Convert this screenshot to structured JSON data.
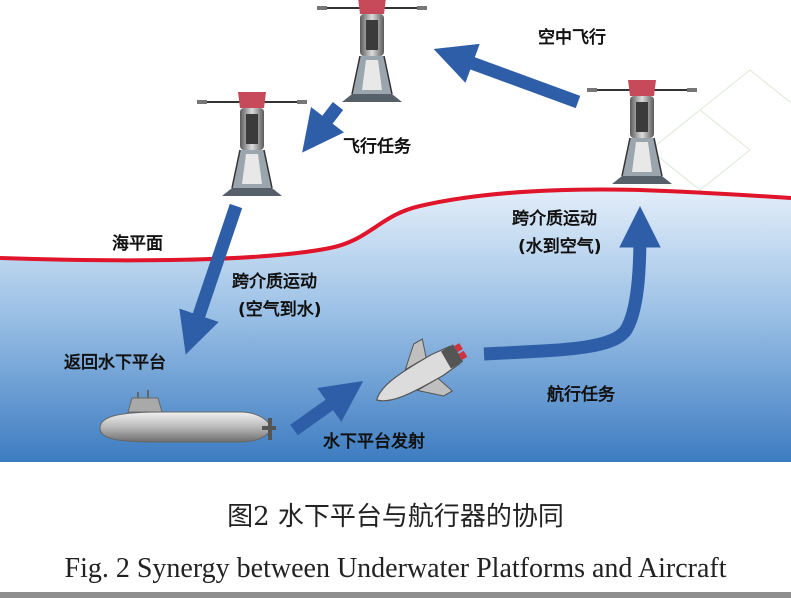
{
  "labels": {
    "air_flight": "空中飞行",
    "flight_mission": "飞行任务",
    "sea_level": "海平面",
    "cross_medium_a2w_line1": "跨介质运动",
    "cross_medium_a2w_line2": "(空气到水)",
    "return_platform": "返回水下平台",
    "platform_launch": "水下平台发射",
    "cruise_mission": "航行任务",
    "cross_medium_w2a_line1": "跨介质运动",
    "cross_medium_w2a_line2": "(水到空气)"
  },
  "captions": {
    "chinese": "图2  水下平台与航行器的协同",
    "english": "Fig. 2 Synergy between Underwater Platforms and Aircraft"
  },
  "colors": {
    "sky": "#ffffff",
    "water_top": "#d9e9f7",
    "water_bottom": "#3e7fc3",
    "sea_line": "#e0142a",
    "arrow": "#2e5ea8"
  }
}
